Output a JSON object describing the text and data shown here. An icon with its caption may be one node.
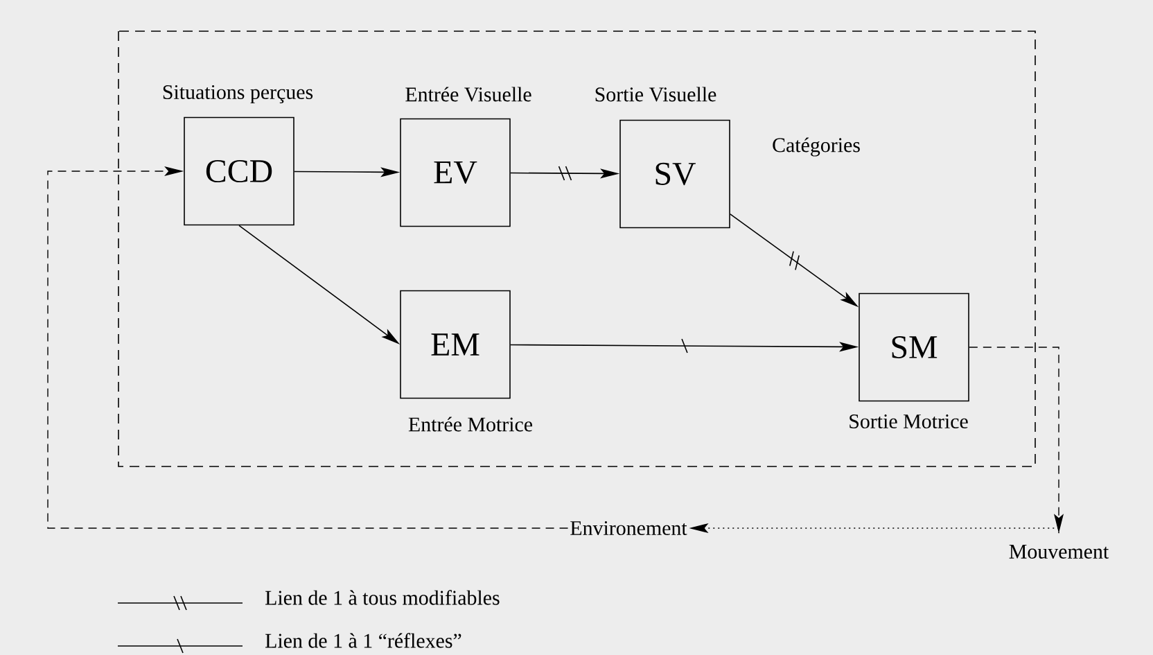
{
  "diagram": {
    "nodes": [
      {
        "text": [],
        "shape": "box"
      },
      {
        "text": [
          "Situations perçues",
          "CCD"
        ],
        "in": 0
      },
      {
        "text": [
          "Entrée Visuelle",
          "EV"
        ],
        "in": 0
      },
      {
        "text": [
          "Sortie Visuelle",
          "SV"
        ],
        "in": 0
      },
      {
        "text": [
          "EM",
          "Entrée Motrice"
        ],
        "in": 0
      },
      {
        "text": [
          "SM",
          "Sortie Motrice"
        ],
        "in": 0
      },
      {
        "text": [
          "Environement"
        ]
      },
      {
        "text": [
          "Mouvement"
        ]
      }
    ],
    "edges": [
      {
        "from": 1,
        "to": 2,
        "arrow": "to"
      },
      {
        "from": 2,
        "to": 3,
        "arrow": "to"
      },
      {
        "from": 3,
        "to": 5,
        "arrow": "to"
      },
      {
        "from": 1,
        "to": 4,
        "arrow": "to"
      },
      {
        "from": 4,
        "to": 5,
        "arrow": "to"
      },
      {
        "from": 5,
        "to": 7,
        "arrow": "to",
        "style": "dashed"
      },
      {
        "from": 7,
        "to": 6,
        "arrow": "to",
        "style": "dashed"
      },
      {
        "from": 6,
        "to": 1,
        "arrow": "to",
        "style": "dashed"
      }
    ],
    "labels": [
      "Catégories"
    ],
    "legend": [
      {
        "text": "Lien de 1 à tous modifiables"
      },
      {
        "text": "Lien de 1 à 1 “réflexes”"
      }
    ]
  }
}
